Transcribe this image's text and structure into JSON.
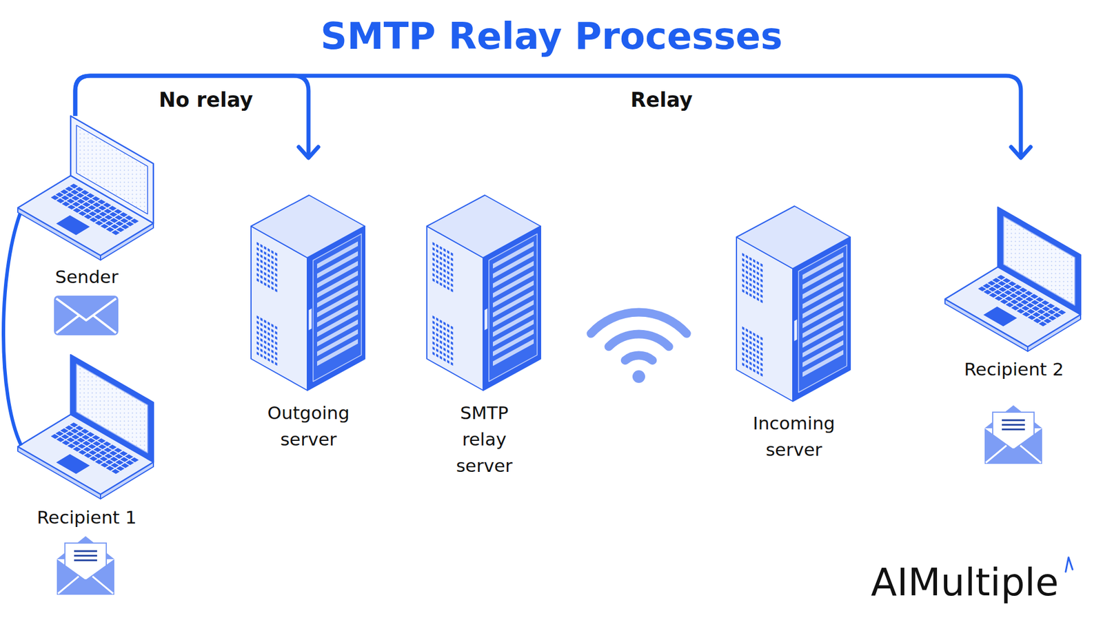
{
  "diagram": {
    "title": "SMTP Relay Processes",
    "nodes": [
      {
        "text": [
          "Sender"
        ]
      },
      {
        "text": [
          "Recipient 1"
        ]
      },
      {
        "text": [
          "Outgoing server"
        ]
      },
      {
        "text": [
          "SMTP relay server"
        ]
      },
      {
        "text": [
          "Incoming server"
        ]
      },
      {
        "text": [
          "Recipient 2"
        ]
      }
    ],
    "edges": [
      {
        "from": 0,
        "to": 2,
        "arrow": "to",
        "label": "No relay"
      },
      {
        "from": 0,
        "to": 5,
        "arrow": "to",
        "label": "Relay"
      },
      {
        "from": 0,
        "to": 1,
        "arrow": "none"
      }
    ],
    "labels": [
      "AIMultiple"
    ]
  }
}
